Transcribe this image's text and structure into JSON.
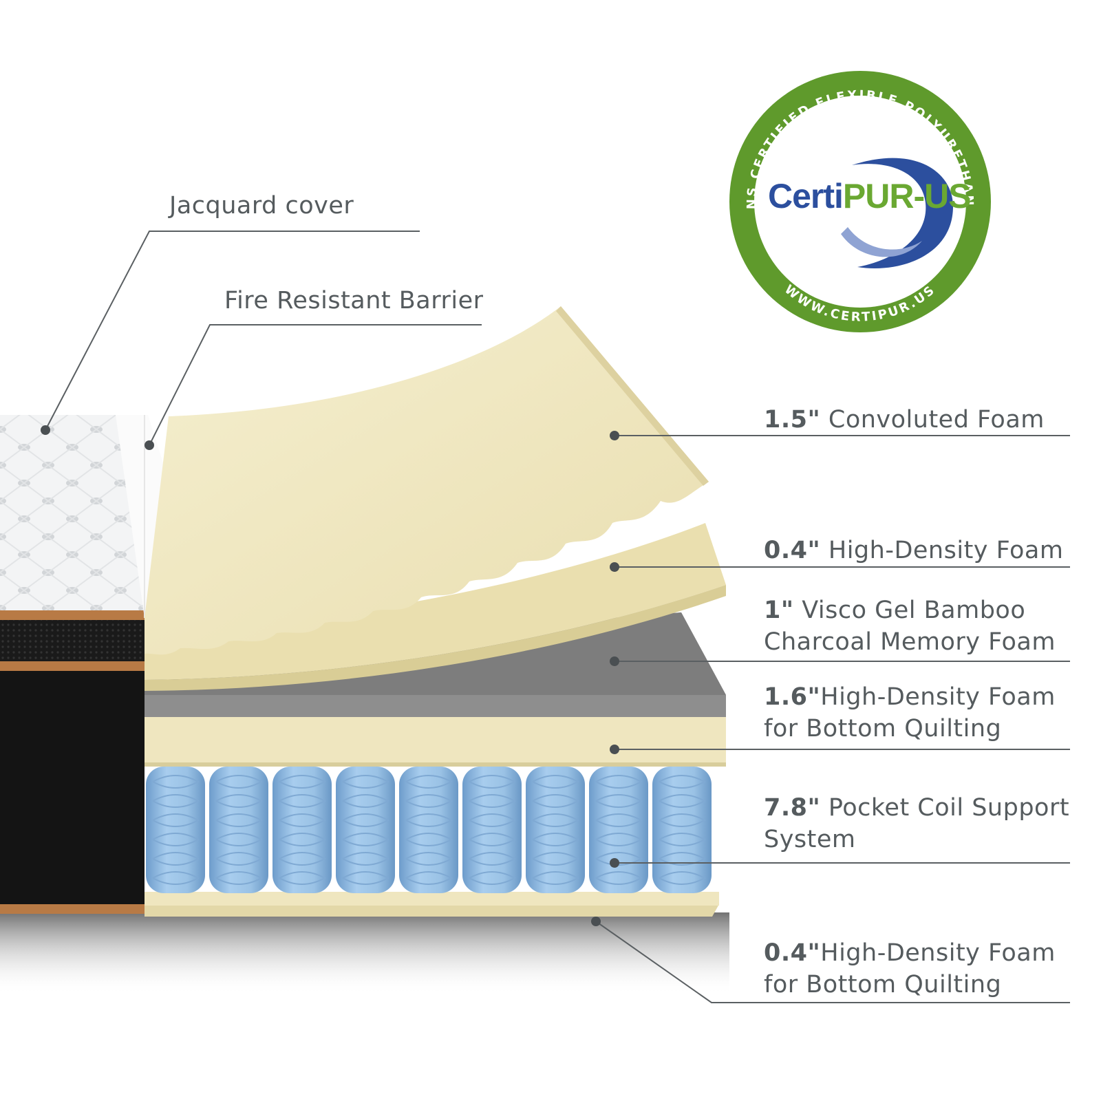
{
  "labels": {
    "jacquard": "Jacquard cover",
    "fire": "Fire Resistant Barrier",
    "convoluted": {
      "size": "1.5\"",
      "text": " Convoluted Foam"
    },
    "high_density_top": {
      "size": "0.4\"",
      "text": " High-Density Foam"
    },
    "visco": {
      "size": "1\"",
      "line1": " Visco Gel Bamboo",
      "line2": "Charcoal Memory Foam"
    },
    "high_density_mid": {
      "size": "1.6\"",
      "line1": "High-Density Foam",
      "line2": "for Bottom Quilting"
    },
    "coil": {
      "size": "7.8\"",
      "line1": " Pocket Coil Support",
      "line2": "System"
    },
    "high_density_bottom": {
      "size": "0.4\"",
      "line1": "High-Density Foam",
      "line2": "for Bottom Quilting"
    }
  },
  "badge": {
    "logo_text": "CertiPUR-US",
    "ring_top_text": "CONTAINS CERTIFIED FLEXIBLE POLYURETHANE FOAM",
    "ring_bottom_text": "WWW.CERTIPUR.US"
  },
  "colors": {
    "label_text": "#555b5e",
    "leader_line": "#5a5f62",
    "badge_green": "#5f9a2c",
    "logo_blue": "#2c4f9e",
    "logo_green": "#6aa832",
    "foam_cream": "#efe6bf",
    "memory_foam_gray": "#8d8d8d",
    "coil_blue": "#9cc3e6",
    "side_black": "#151515",
    "trim_copper": "#b87a45"
  }
}
